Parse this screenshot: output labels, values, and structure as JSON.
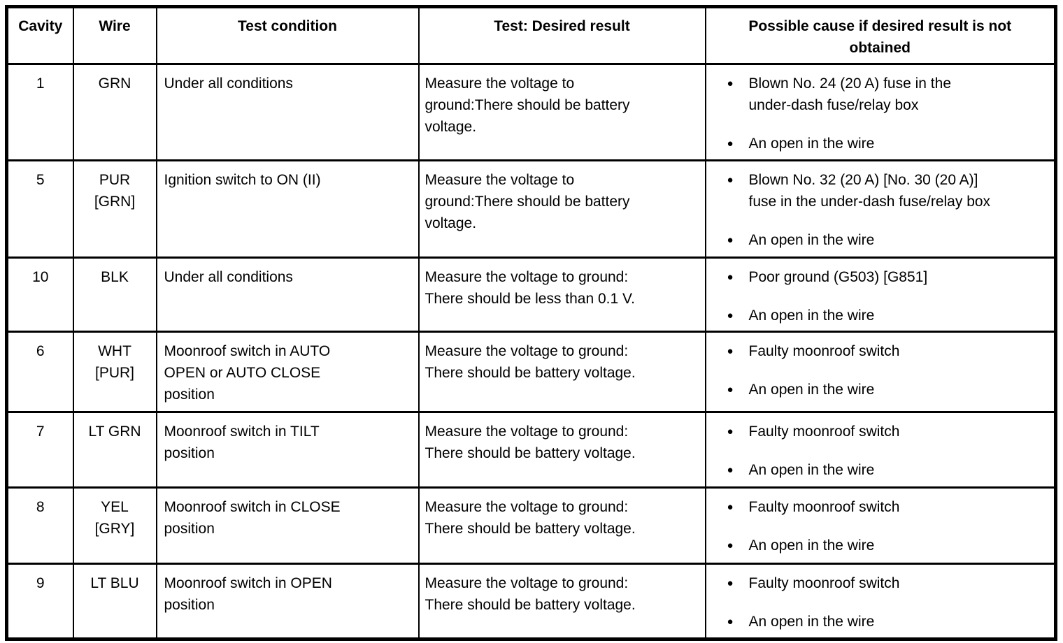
{
  "colors": {
    "text": "#000000",
    "background": "#ffffff",
    "border": "#000000"
  },
  "table": {
    "bullet_glyph": "●",
    "headers": [
      "Cavity",
      "Wire",
      "Test condition",
      "Test: Desired result",
      "Possible cause if desired result is not\nobtained"
    ],
    "rows": [
      {
        "cavity": "1",
        "wire": "GRN",
        "condition": "Under all conditions",
        "result": "Measure the voltage to\nground:There should be battery\nvoltage.",
        "causes": [
          "Blown No. 24 (20 A) fuse in the\nunder-dash fuse/relay box",
          "An open in the wire"
        ]
      },
      {
        "cavity": "5",
        "wire": "PUR\n[GRN]",
        "condition": "Ignition switch to ON (II)",
        "result": "Measure the voltage to\nground:There should be battery\nvoltage.",
        "causes": [
          "Blown No. 32 (20 A) [No. 30 (20 A)]\nfuse in the under-dash fuse/relay box",
          "An open in the wire"
        ]
      },
      {
        "cavity": "10",
        "wire": "BLK",
        "condition": "Under all conditions",
        "result": "Measure the voltage to ground:\nThere should be less than 0.1 V.",
        "causes": [
          "Poor ground (G503) [G851]",
          "An open in the wire"
        ]
      },
      {
        "cavity": "6",
        "wire": "WHT\n[PUR]",
        "condition": "Moonroof switch in AUTO\nOPEN or AUTO CLOSE\nposition",
        "result": "Measure the voltage to ground:\nThere should be battery voltage.",
        "causes": [
          "Faulty moonroof switch",
          "An open in the wire"
        ]
      },
      {
        "cavity": "7",
        "wire": "LT GRN",
        "condition": "Moonroof switch in TILT\nposition",
        "result": "Measure the voltage to ground:\nThere should be battery voltage.",
        "causes": [
          "Faulty moonroof switch",
          "An open in the wire"
        ]
      },
      {
        "cavity": "8",
        "wire": "YEL\n[GRY]",
        "condition": "Moonroof switch in CLOSE\nposition",
        "result": "Measure the voltage to ground:\nThere should be battery voltage.",
        "causes": [
          "Faulty moonroof switch",
          "An open in the wire"
        ]
      },
      {
        "cavity": "9",
        "wire": "LT BLU",
        "condition": "Moonroof switch in OPEN\nposition",
        "result": "Measure the voltage to ground:\nThere should be battery voltage.",
        "causes": [
          "Faulty moonroof switch",
          "An open in the wire"
        ]
      }
    ]
  }
}
